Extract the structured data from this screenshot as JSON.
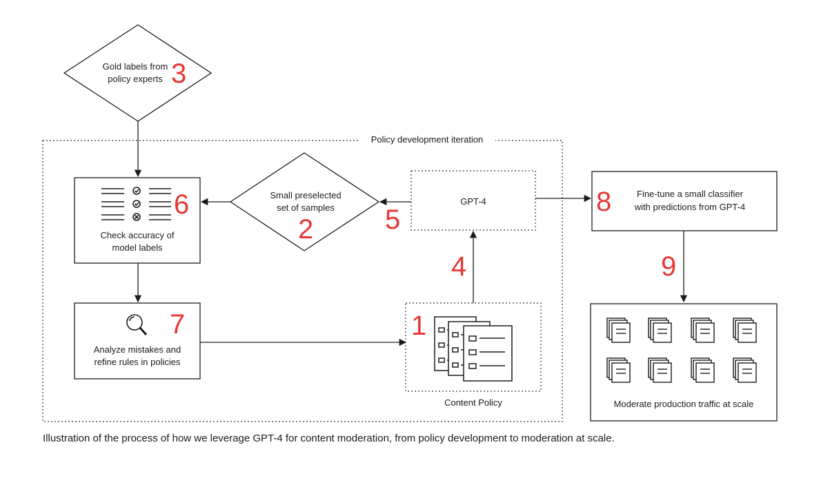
{
  "diagram": {
    "iteration_label": "Policy development iteration",
    "gold": {
      "line1": "Gold labels from",
      "line2": "policy experts"
    },
    "samples": {
      "line1": "Small preselected",
      "line2": "set of samples"
    },
    "gpt4": {
      "label": "GPT-4"
    },
    "check": {
      "line1": "Check accuracy of",
      "line2": "model labels"
    },
    "analyze": {
      "line1": "Analyze mistakes and",
      "line2": "refine rules in policies"
    },
    "policy": {
      "label": "Content Policy"
    },
    "finetune": {
      "line1": "Fine-tune a small classifier",
      "line2": "with predictions from GPT-4"
    },
    "moderate": {
      "label": "Moderate production traffic at scale"
    },
    "step_numbers": [
      "1",
      "2",
      "3",
      "4",
      "5",
      "6",
      "7",
      "8",
      "9"
    ],
    "colors": {
      "ink": "#1a1a1a",
      "step_number": "#e53935",
      "background": "#ffffff"
    },
    "icons": {
      "check": "checklist-icon",
      "analyze": "magnifier-icon",
      "policy": "document-stack-icon",
      "moderate": "document-grid-icon"
    }
  },
  "caption": "Illustration of the process of how we leverage GPT-4 for content moderation, from policy development to moderation at scale."
}
